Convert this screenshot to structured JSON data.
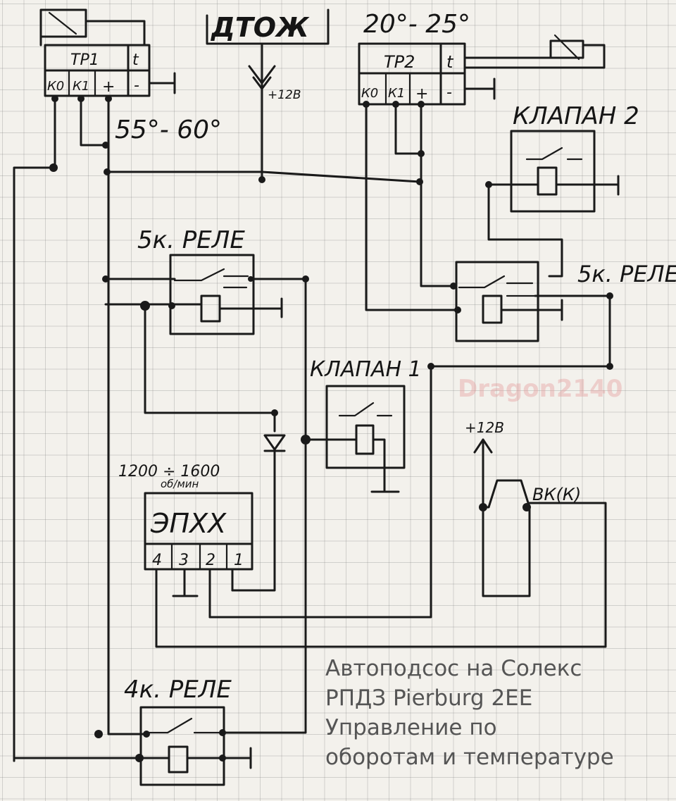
{
  "labels": {
    "dtozh": "ДТОЖ",
    "temp2_range": "20°- 25°",
    "temp1_range": "55°- 60°",
    "plus12_top": "+12В",
    "plus12_right": "+12В",
    "tr1": "ТР1",
    "tr2": "ТР2",
    "t_symbol": "t",
    "k0": "К0",
    "k1": "К1",
    "plus": "+",
    "minus": "-",
    "relay5_left": "5к. РЕЛЕ",
    "relay5_right": "5к. РЕЛЕ",
    "relay4": "4к. РЕЛЕ",
    "valve1": "КЛАПАН 1",
    "valve2": "КЛАПАН 2",
    "rpm_range": "1200 ÷ 1600",
    "rpm_unit": "об/мин",
    "epxx": "ЭПХХ",
    "epxx_pin4": "4",
    "epxx_pin3": "3",
    "epxx_pin2": "2",
    "epxx_pin1": "1",
    "vk": "ВК(К)"
  },
  "caption": {
    "line1": "Автоподсос на Солекс",
    "line2": "РПДЗ Pierburg 2ЕЕ",
    "line3": "Управление по",
    "line4": "оборотам и температуре"
  },
  "watermark": "Dragon2140",
  "colors": {
    "ink": "#1a1a1a",
    "caption": "#555555",
    "watermark": "#e69696",
    "grid": "#787878"
  }
}
